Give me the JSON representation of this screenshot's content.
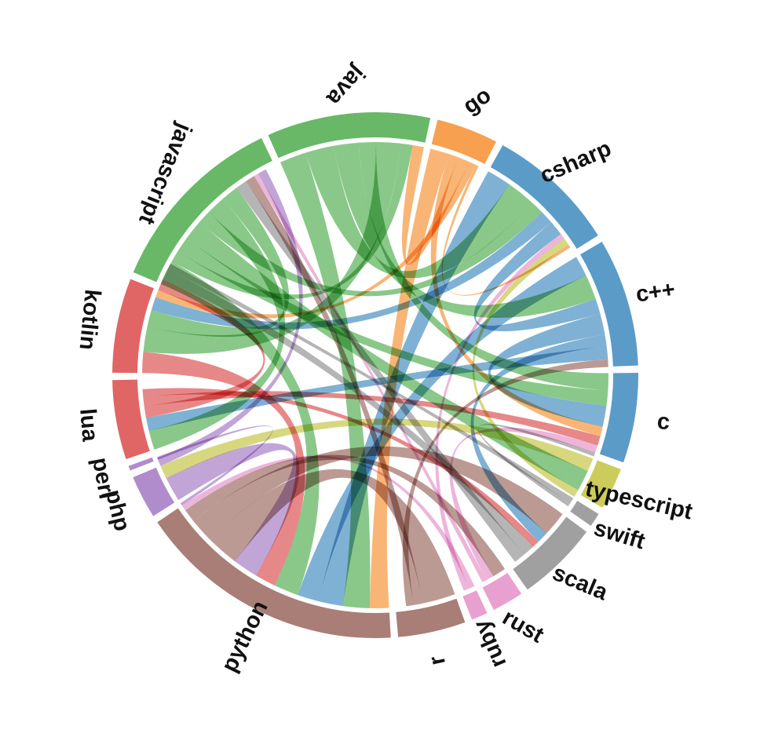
{
  "chart_data": {
    "type": "chord",
    "title": "",
    "groups": [
      {
        "name": "c",
        "color": "#5b9bc8",
        "value": 77
      },
      {
        "name": "typescript",
        "color": "#cccc5c",
        "value": 36
      },
      {
        "name": "swift",
        "color": "#a0a0a0",
        "value": 12
      },
      {
        "name": "scala",
        "color": "#a0a0a0",
        "value": 70
      },
      {
        "name": "rust",
        "color": "#e8a0d0",
        "value": 27
      },
      {
        "name": "ruby",
        "color": "#e8a0d0",
        "value": 14
      },
      {
        "name": "r",
        "color": "#a87e76",
        "value": 58
      },
      {
        "name": "python",
        "color": "#a87e76",
        "value": 230
      },
      {
        "name": "php",
        "color": "#b08ccc",
        "value": 37
      },
      {
        "name": "perl",
        "color": "#b08ccc",
        "value": 4
      },
      {
        "name": "lua",
        "color": "#e06666",
        "value": 68
      },
      {
        "name": "kotlin",
        "color": "#e06666",
        "value": 81
      },
      {
        "name": "javascript",
        "color": "#68b868",
        "value": 160
      },
      {
        "name": "java",
        "color": "#68b868",
        "value": 140
      },
      {
        "name": "go",
        "color": "#f6a050",
        "value": 53
      },
      {
        "name": "csharp",
        "color": "#5b9bc8",
        "value": 112
      },
      {
        "name": "c++",
        "color": "#5b9bc8",
        "value": 110
      }
    ],
    "links": [
      {
        "source": "go",
        "target": "python",
        "value": 20
      },
      {
        "source": "java",
        "target": "python",
        "value": 28
      },
      {
        "source": "csharp",
        "target": "python",
        "value": 26
      },
      {
        "source": "c++",
        "target": "python",
        "value": 22
      },
      {
        "source": "javascript",
        "target": "python",
        "value": 26
      },
      {
        "source": "kotlin",
        "target": "python",
        "value": 22
      },
      {
        "source": "php",
        "target": "python",
        "value": 26
      },
      {
        "source": "typescript",
        "target": "php",
        "value": 14
      },
      {
        "source": "python",
        "target": "r",
        "value": 34
      },
      {
        "source": "python",
        "target": "scala",
        "value": 26
      },
      {
        "source": "python",
        "target": "rust",
        "value": 14
      },
      {
        "source": "java",
        "target": "csharp",
        "value": 30
      },
      {
        "source": "java",
        "target": "c++",
        "value": 26
      },
      {
        "source": "java",
        "target": "c",
        "value": 18
      },
      {
        "source": "java",
        "target": "kotlin",
        "value": 26
      },
      {
        "source": "java",
        "target": "javascript",
        "value": 12
      },
      {
        "source": "javascript",
        "target": "c",
        "value": 16
      },
      {
        "source": "javascript",
        "target": "typescript",
        "value": 22
      },
      {
        "source": "javascript",
        "target": "csharp",
        "value": 14
      },
      {
        "source": "javascript",
        "target": "lua",
        "value": 20
      },
      {
        "source": "javascript",
        "target": "kotlin",
        "value": 18
      },
      {
        "source": "csharp",
        "target": "kotlin",
        "value": 14
      },
      {
        "source": "csharp",
        "target": "c++",
        "value": 16
      },
      {
        "source": "c++",
        "target": "c",
        "value": 22
      },
      {
        "source": "c++",
        "target": "scala",
        "value": 12
      },
      {
        "source": "c++",
        "target": "lua",
        "value": 14
      },
      {
        "source": "go",
        "target": "c",
        "value": 10
      },
      {
        "source": "go",
        "target": "java",
        "value": 12
      },
      {
        "source": "go",
        "target": "kotlin",
        "value": 8
      },
      {
        "source": "lua",
        "target": "kotlin",
        "value": 12
      },
      {
        "source": "lua",
        "target": "c",
        "value": 10
      },
      {
        "source": "lua",
        "target": "scala",
        "value": 8
      },
      {
        "source": "scala",
        "target": "kotlin",
        "value": 12
      },
      {
        "source": "scala",
        "target": "javascript",
        "value": 12
      },
      {
        "source": "r",
        "target": "javascript",
        "value": 10
      },
      {
        "source": "rust",
        "target": "c",
        "value": 8
      },
      {
        "source": "rust",
        "target": "javascript",
        "value": 5
      },
      {
        "source": "ruby",
        "target": "python",
        "value": 6
      },
      {
        "source": "ruby",
        "target": "csharp",
        "value": 6
      },
      {
        "source": "swift",
        "target": "kotlin",
        "value": 6
      },
      {
        "source": "swift",
        "target": "c",
        "value": 4
      },
      {
        "source": "php",
        "target": "javascript",
        "value": 9
      },
      {
        "source": "perl",
        "target": "python",
        "value": 3
      },
      {
        "source": "typescript",
        "target": "csharp",
        "value": 8
      },
      {
        "source": "r",
        "target": "c++",
        "value": 8
      },
      {
        "source": "go",
        "target": "csharp",
        "value": 3
      }
    ]
  }
}
